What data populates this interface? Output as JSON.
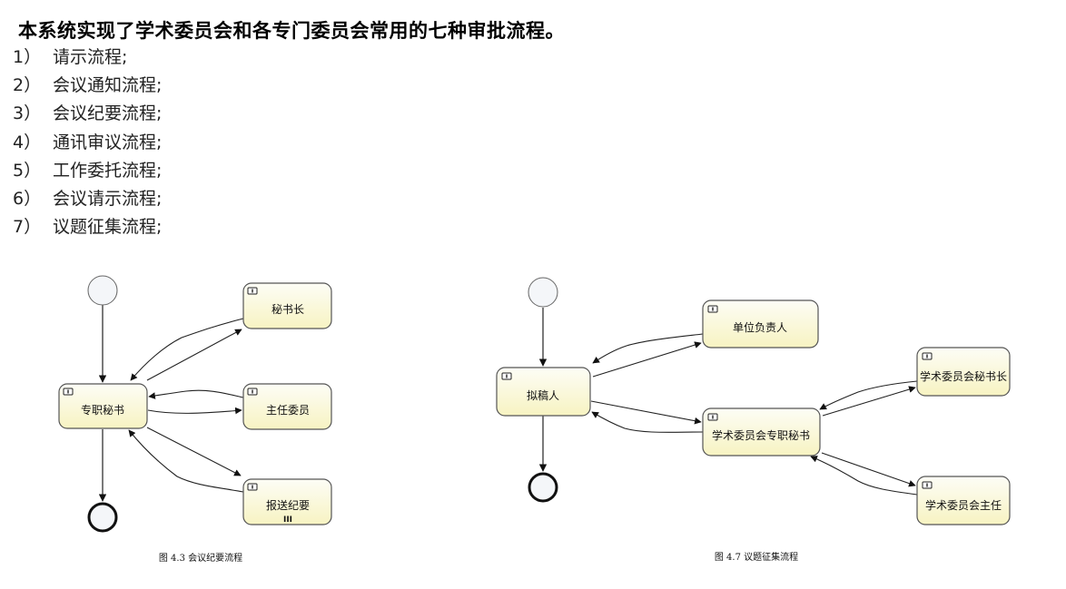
{
  "heading": "本系统实现了学术委员会和各专门委员会常用的七种审批流程。",
  "flows": [
    {
      "num": "1）",
      "label": "请示流程;"
    },
    {
      "num": "2）",
      "label": "会议通知流程;"
    },
    {
      "num": "3）",
      "label": "会议纪要流程;"
    },
    {
      "num": "4）",
      "label": "通讯审议流程;"
    },
    {
      "num": "5）",
      "label": "工作委托流程;"
    },
    {
      "num": "6）",
      "label": "会议请示流程;"
    },
    {
      "num": "7）",
      "label": "议题征集流程;"
    }
  ],
  "diagrams": [
    {
      "caption": "图 4.3 会议纪要流程",
      "nodes": {
        "center": "专职秘书",
        "secretary_general": "秘书长",
        "director": "主任委员",
        "submit_minutes": "报送纪要"
      },
      "multi_instance_marker": "III"
    },
    {
      "caption": "图 4.7 议题征集流程",
      "nodes": {
        "drafter": "拟稿人",
        "unit_head": "单位负责人",
        "committee_secretary": "学术委员会专职秘书",
        "committee_secretary_general": "学术委员会秘书长",
        "committee_director": "学术委员会主任"
      }
    }
  ],
  "colors": {
    "task_fill_top": "#fdfdf6",
    "task_fill_bottom": "#f8f5c6",
    "task_stroke": "#5a5a5a",
    "event_fill": "#f4f6f9"
  }
}
